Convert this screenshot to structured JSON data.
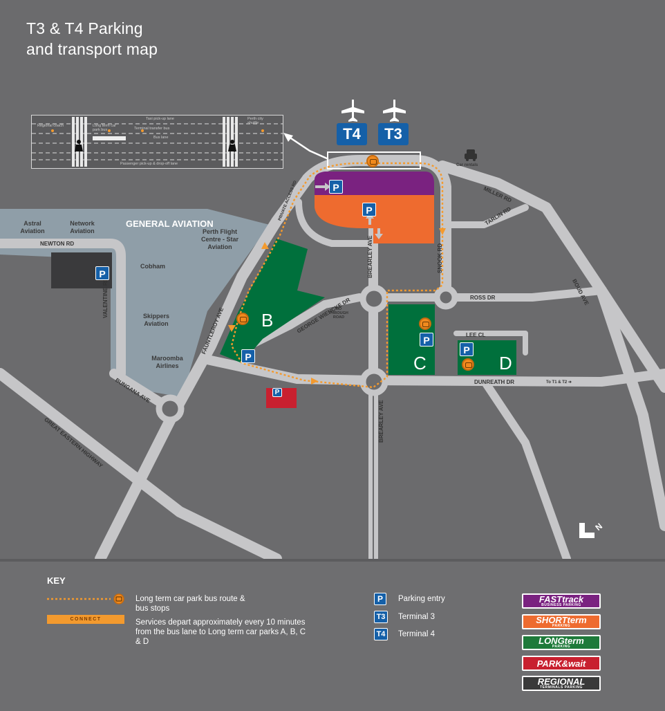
{
  "title": {
    "line1": "T3 & T4 Parking",
    "line2": "and transport map"
  },
  "terminals": {
    "t4": "T4",
    "t3": "T3"
  },
  "roads": {
    "newton_rd": "NEWTON RD",
    "valentine_rd": "VALENTINE RD",
    "bungana_ave": "BUNGANA AVE",
    "great_eastern_hwy": "GREAT EASTERN HIGHWAY",
    "fauntleroy_ave": "FAUNTLEROY AVE",
    "george_wiencke_dr": "GEORGE WIENCKE DR",
    "brearley_ave_north": "BREARLEY AVE",
    "brearley_ave_south": "BREARLEY AVE",
    "snook_rd": "SNOOK RD",
    "ross_dr": "ROSS DR",
    "lee_cl": "LEE CL",
    "dunreath_dr": "DUNREATH DR",
    "to_t1_t2": "To T1 & T2",
    "miller_rd": "MILLER RD",
    "tarlin_rd": "TARLIN RD",
    "boud_ave": "BOUD AVE",
    "no_through_road": "NO THROUGH ROAD",
    "access_road": "PRIVATE ACCESS RD"
  },
  "areas": {
    "general_aviation": "GENERAL AVIATION",
    "astral_aviation": "Astral Aviation",
    "network_aviation": "Network Aviation",
    "perth_flight_centre": "Perth Flight Centre - Star Aviation",
    "cobham": "Cobham",
    "skippers": "Skippers Aviation",
    "maroomba": "Maroomba Airlines",
    "car_rentals": "Car rentals"
  },
  "zones": {
    "b": "B",
    "c": "C",
    "d": "D"
  },
  "parking_symbol": "P",
  "inset": {
    "taxi_lane": "Taxi pick-up lane",
    "bus_lane": "Bus lane",
    "passenger_lane": "Passenger pick-up & drop-off lane",
    "long_term_bus": "Long term car park bus",
    "terminal_transfer": "Terminal transfer bus",
    "regional_coach": "Regional coach",
    "perth_shuttle": "Perth city shuttle"
  },
  "key": {
    "title": "KEY",
    "bus_route": "Long term car park bus route & bus stops",
    "connect_label": "CONNECT",
    "services": "Services depart approximately every 10 minutes from the bus lane to Long term car parks A, B, C & D",
    "parking_entry": "Parking entry",
    "terminal3": "Terminal 3",
    "terminal4": "Terminal 4",
    "t3_badge": "T3",
    "t4_badge": "T4",
    "p_badge": "P",
    "brands": [
      {
        "name": "FASTtrack",
        "sub": "BUSINESS PARKING",
        "color": "#7a2280"
      },
      {
        "name": "SHORTterm",
        "sub": "PARKING",
        "color": "#ee6b2f"
      },
      {
        "name": "LONGterm",
        "sub": "PARKING",
        "color": "#1e7a3a"
      },
      {
        "name": "PARK&wait",
        "sub": "",
        "color": "#c8202f"
      },
      {
        "name": "REGIONAL",
        "sub": "TERMINALS PARKING",
        "color": "#3a3a3a"
      }
    ]
  },
  "colors": {
    "background": "#6b6b6d",
    "road": "#c6c6c8",
    "general_aviation_zone": "#8f9ea8",
    "fasttrack": "#7a2280",
    "shortterm": "#ee6b2f",
    "longterm": "#00703c",
    "parkwait": "#c8202f",
    "parking_blue": "#1560a8",
    "bus_route": "#f39a2e"
  }
}
